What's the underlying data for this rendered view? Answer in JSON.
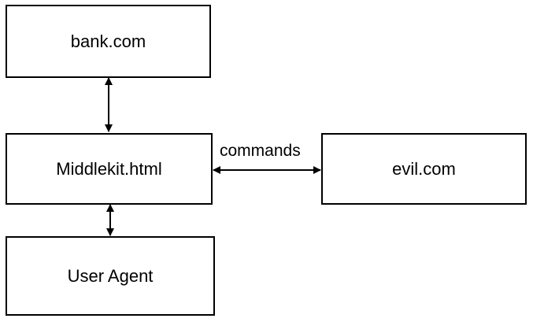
{
  "nodes": {
    "bank": {
      "label": "bank.com"
    },
    "middlekit": {
      "label": "Middlekit.html"
    },
    "evil": {
      "label": "evil.com"
    },
    "user_agent": {
      "label": "User Agent"
    }
  },
  "edges": {
    "middlekit_evil": {
      "label": "commands"
    }
  },
  "colors": {
    "stroke": "#000000",
    "background": "#ffffff"
  }
}
